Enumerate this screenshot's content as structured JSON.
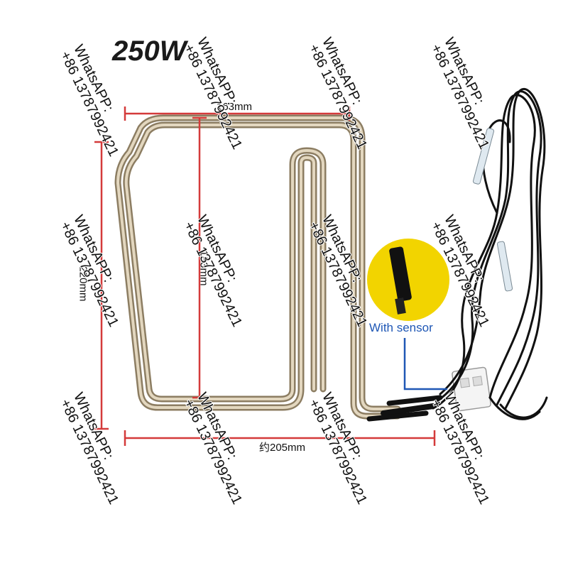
{
  "product": {
    "power": "250W",
    "dimensions": {
      "top_width": "163mm",
      "bottom_width": "约205mm",
      "left_height": "220mm",
      "inner_height": "183mm"
    },
    "sensor_label": "With sensor"
  },
  "watermark": {
    "line1": "WhatsAPP:",
    "line2": "+86 13787992421"
  },
  "colors": {
    "dimension_line": "#d43a3a",
    "sensor_badge": "#f2d400",
    "sensor_text": "#1f57b5",
    "tube": "#b8a98c",
    "cable": "#111111"
  }
}
